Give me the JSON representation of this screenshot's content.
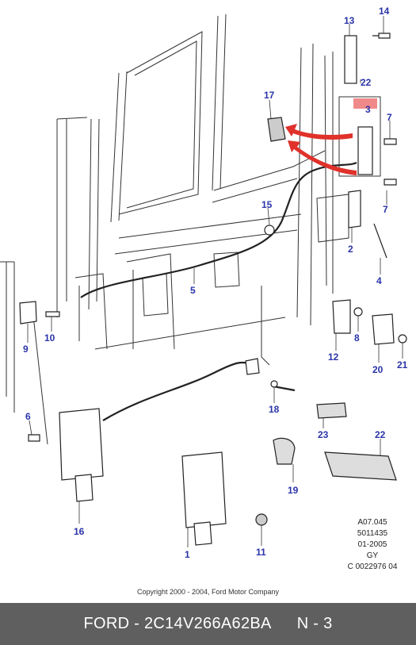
{
  "callouts": [
    "14",
    "13",
    "22",
    "17",
    "3",
    "7",
    "7",
    "15",
    "2",
    "4",
    "5",
    "9",
    "10",
    "12",
    "8",
    "20",
    "21",
    "18",
    "6",
    "23",
    "22",
    "16",
    "19",
    "1",
    "11"
  ],
  "reference": {
    "line1": "A07.045",
    "line2": "5011435",
    "line3": "01-2005",
    "line4": "GY",
    "line5": "C 0022976 04"
  },
  "copyright": "Copyright 2000 - 2004, Ford Motor Company",
  "footer": {
    "part": "FORD - 2C14V266A62BA",
    "page": "N - 3"
  },
  "colors": {
    "callout": "#2a34a8",
    "arrow": "#e0312b",
    "highlight": "#f08a8a",
    "footer_bg": "#5f5f5f"
  }
}
